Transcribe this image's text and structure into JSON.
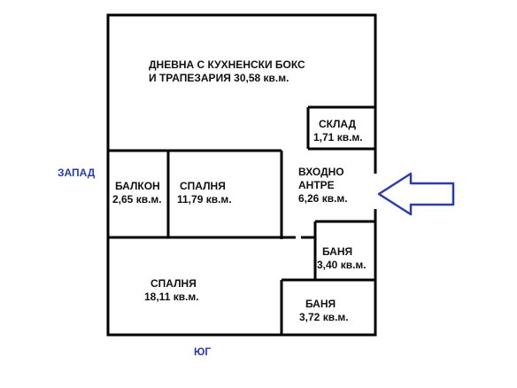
{
  "colors": {
    "wall": "#000000",
    "compass_text": "#2b3bb0",
    "arrow": "#2b3bb0",
    "room_text": "#111111",
    "background": "#ffffff"
  },
  "compass": {
    "west": "ЗАПАД",
    "south": "ЮГ"
  },
  "rooms": {
    "living": {
      "line1": "ДНЕВНА С КУХНЕНСКИ БОКС",
      "line2": "И ТРАПЕЗАРИЯ   30,58 кв.м."
    },
    "storage": {
      "name": "СКЛАД",
      "area": "1,71 кв.м."
    },
    "hall": {
      "name_line1": "ВХОДНО",
      "name_line2": "АНТРЕ",
      "area": "6,26 кв.м."
    },
    "balcony": {
      "name": "БАЛКОН",
      "area": "2,65 кв.м."
    },
    "bedroom_small": {
      "name": "СПАЛНЯ",
      "area": "11,79 кв.м."
    },
    "bedroom_large": {
      "name": "СПАЛНЯ",
      "area": "18,11 кв.м."
    },
    "bath1": {
      "name": "БАНЯ",
      "area": "3,40 кв.м."
    },
    "bath2": {
      "name": "БАНЯ",
      "area": "3,72 кв.м."
    }
  },
  "entrance_arrow": {
    "icon": "arrow-left-icon"
  }
}
